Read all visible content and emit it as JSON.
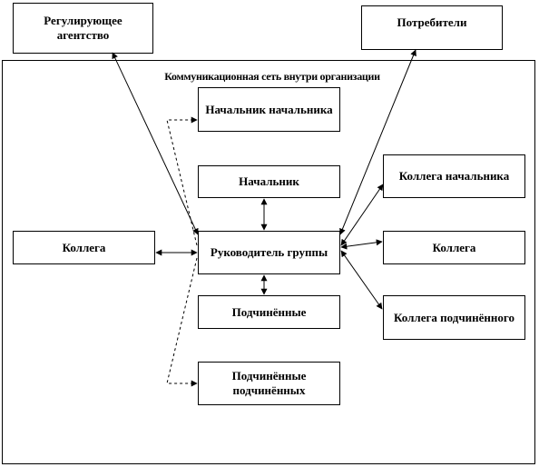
{
  "diagram": {
    "title": "Коммуникационная сеть внутри организации",
    "nodes": {
      "regulator": "Регулирующее агентство",
      "consumers": "Потребители",
      "boss_of_boss": "Начальник начальника",
      "boss": "Начальник",
      "colleague_left": "Коллега",
      "group_leader": "Руководитель группы",
      "colleague_of_boss": "Коллега начальника",
      "colleague_right": "Коллега",
      "colleague_of_subordinate": "Коллега подчинённого",
      "subordinates": "Подчинённые",
      "subordinates_of_subordinates": "Подчинённые подчинённых"
    },
    "edges": [
      {
        "from": "regulator",
        "to": "group_leader",
        "style": "solid",
        "arrows": "both"
      },
      {
        "from": "consumers",
        "to": "group_leader",
        "style": "solid",
        "arrows": "both"
      },
      {
        "from": "boss",
        "to": "group_leader",
        "style": "solid",
        "arrows": "both"
      },
      {
        "from": "group_leader",
        "to": "subordinates",
        "style": "solid",
        "arrows": "both"
      },
      {
        "from": "colleague_left",
        "to": "group_leader",
        "style": "solid",
        "arrows": "both"
      },
      {
        "from": "colleague_of_boss",
        "to": "group_leader",
        "style": "solid",
        "arrows": "both"
      },
      {
        "from": "colleague_right",
        "to": "group_leader",
        "style": "solid",
        "arrows": "both"
      },
      {
        "from": "colleague_of_subordinate",
        "to": "group_leader",
        "style": "solid",
        "arrows": "both"
      },
      {
        "from": "group_leader",
        "to": "boss_of_boss",
        "style": "dashed",
        "arrows": "end"
      },
      {
        "from": "group_leader",
        "to": "subordinates_of_subordinates",
        "style": "dashed",
        "arrows": "end"
      }
    ]
  }
}
